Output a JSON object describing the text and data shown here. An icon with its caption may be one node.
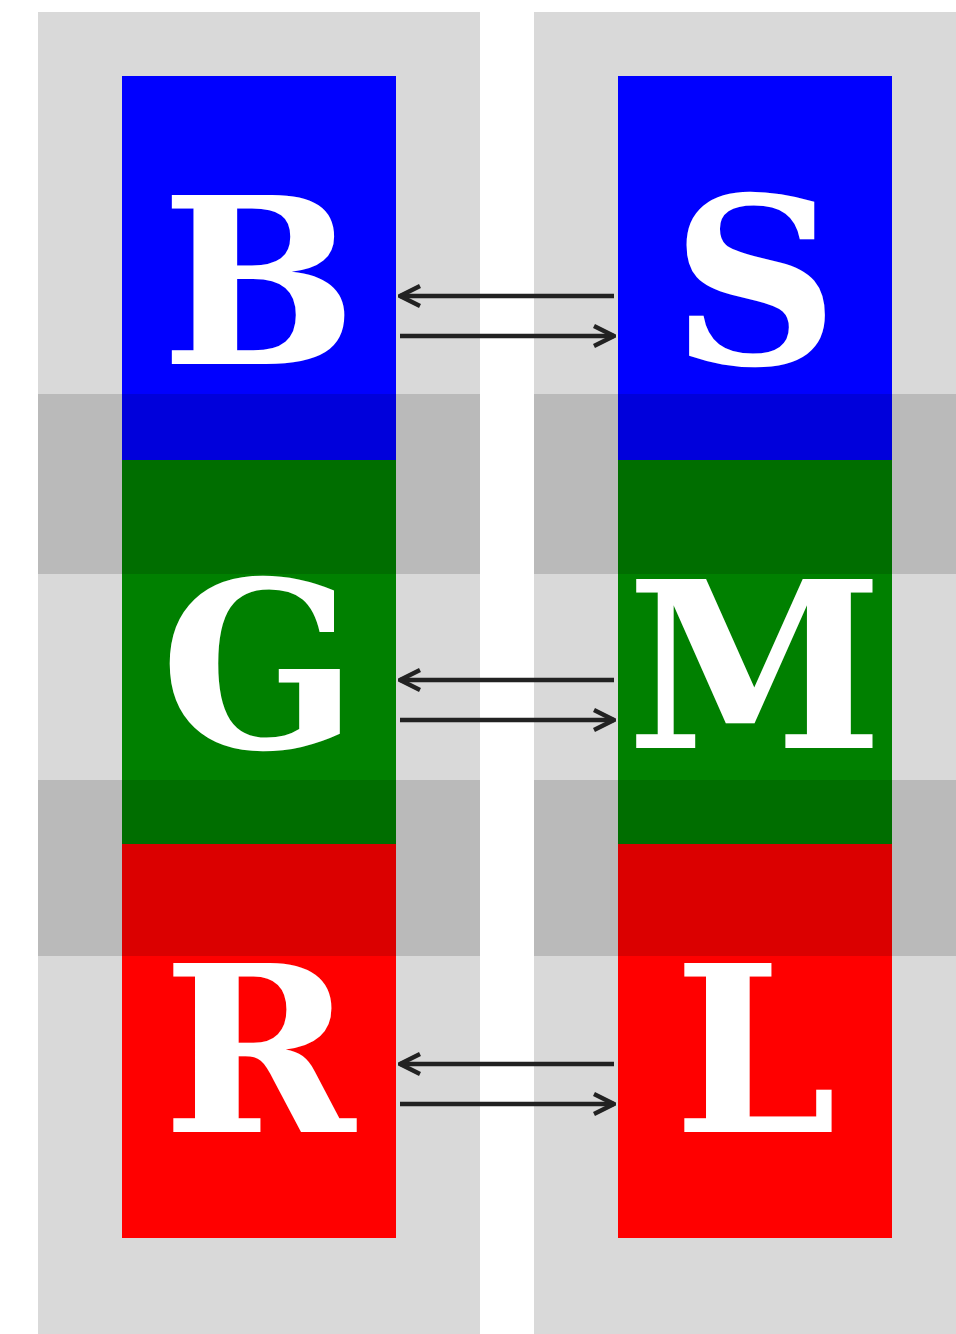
{
  "diagram": {
    "nodes": [
      {
        "text": [],
        "shape": "box"
      },
      {
        "text": [
          "B"
        ],
        "in": 0
      },
      {
        "text": [
          "G"
        ],
        "in": 0
      },
      {
        "text": [
          "R"
        ],
        "in": 0
      },
      {
        "text": [],
        "shape": "box"
      },
      {
        "text": [
          "S"
        ],
        "in": 4
      },
      {
        "text": [
          "M"
        ],
        "in": 4
      },
      {
        "text": [
          "L"
        ],
        "in": 4
      },
      {
        "text": [],
        "shape": "bar",
        "in": 0
      },
      {
        "text": [],
        "shape": "bar",
        "in": 4
      },
      {
        "text": [],
        "shape": "bar",
        "in": 0
      },
      {
        "text": [],
        "shape": "bar",
        "in": 4
      }
    ],
    "edges": [
      {
        "from": 5,
        "to": 1,
        "arrow": "to"
      },
      {
        "from": 1,
        "to": 5,
        "arrow": "to"
      },
      {
        "from": 6,
        "to": 2,
        "arrow": "to"
      },
      {
        "from": 2,
        "to": 6,
        "arrow": "to"
      },
      {
        "from": 7,
        "to": 3,
        "arrow": "to"
      },
      {
        "from": 3,
        "to": 7,
        "arrow": "to"
      }
    ]
  }
}
